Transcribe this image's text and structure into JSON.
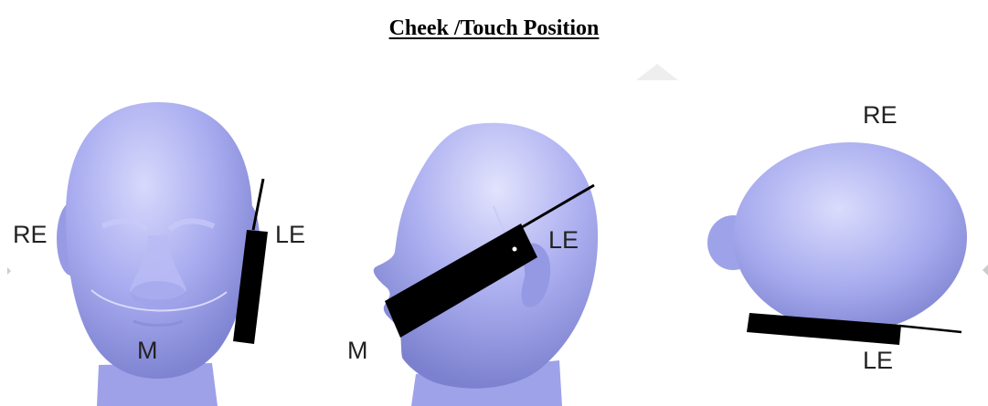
{
  "title": "Cheek /Touch Position",
  "front_view": {
    "labels": {
      "right_ear": "RE",
      "left_ear": "LE",
      "mouth": "M"
    }
  },
  "side_view": {
    "labels": {
      "left_ear": "LE",
      "mouth": "M"
    }
  },
  "top_view": {
    "labels": {
      "right_ear": "RE",
      "left_ear": "LE"
    }
  },
  "colors": {
    "head_fill": "#a9acef",
    "head_shade": "#8488d6",
    "head_highlight": "#d4d6fb",
    "phone": "#000000",
    "scroll_marker": "#eeeeee"
  },
  "icons": [
    "scroll-up-marker",
    "scroll-left-marker",
    "scroll-right-marker"
  ]
}
